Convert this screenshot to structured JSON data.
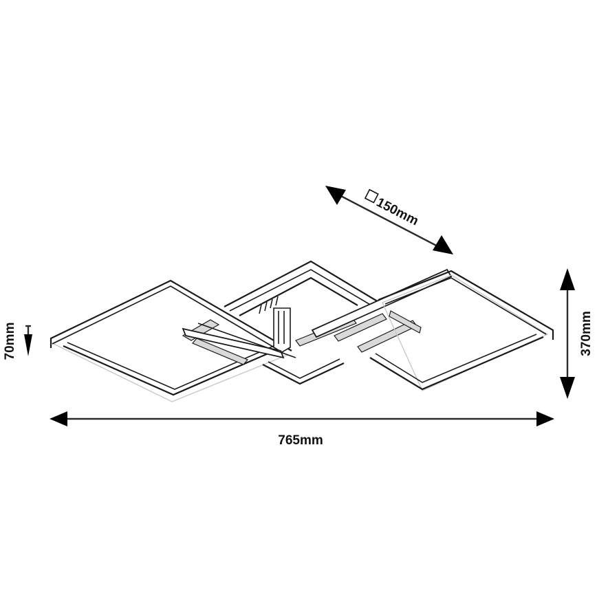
{
  "diagram": {
    "type": "technical-dimension-drawing",
    "subject": "LED ceiling lamp with three interlocking square frames",
    "dimensions": {
      "width": {
        "label": "765mm",
        "orientation": "horizontal"
      },
      "depth": {
        "label": "370mm",
        "orientation": "vertical-right"
      },
      "height": {
        "label": "70mm",
        "orientation": "vertical-left"
      },
      "canopy": {
        "label": "150mm",
        "symbol": "□",
        "orientation": "diagonal"
      }
    },
    "colors": {
      "line": "#1a1a1a",
      "background": "#ffffff",
      "arrow": "#000000"
    }
  }
}
